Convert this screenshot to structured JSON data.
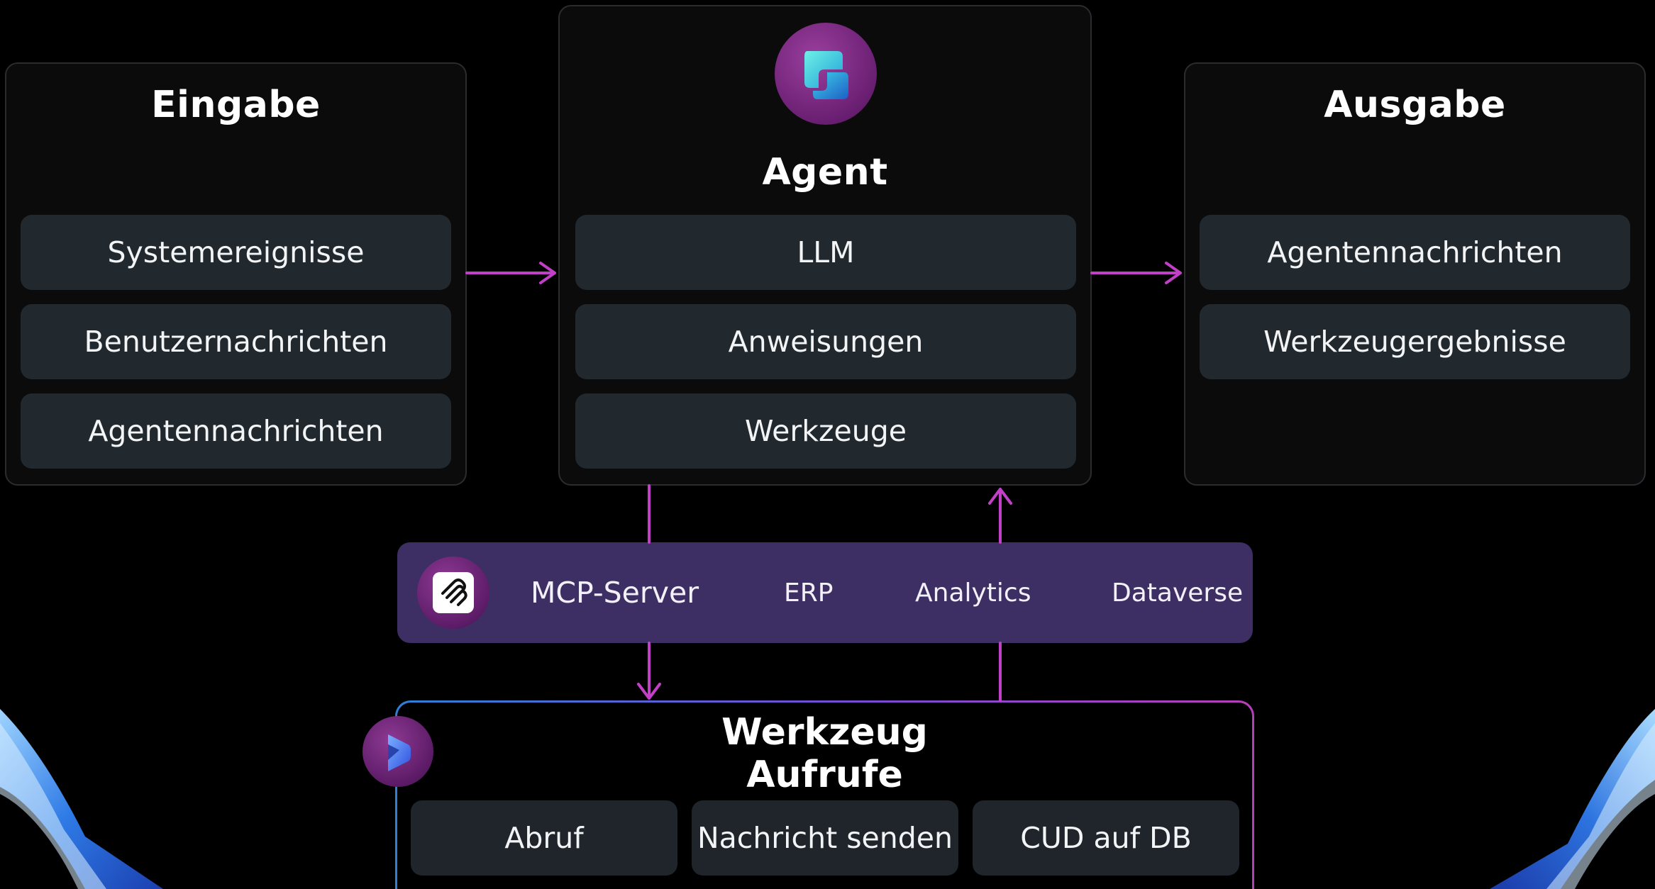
{
  "input_panel": {
    "title": "Eingabe",
    "items": [
      "Systemereignisse",
      "Benutzernachrichten",
      "Agentennachrichten"
    ]
  },
  "agent_panel": {
    "title": "Agent",
    "items": [
      "LLM",
      "Anweisungen",
      "Werkzeuge"
    ],
    "icon": "copilot-icon"
  },
  "output_panel": {
    "title": "Ausgabe",
    "items": [
      "Agentennachrichten",
      "Werkzeugergebnisse"
    ]
  },
  "mcp_bar": {
    "label": "MCP-Server",
    "sources": [
      "ERP",
      "Analytics",
      "Dataverse"
    ],
    "icon": "mcp-icon"
  },
  "tool_calls": {
    "title_line1": "Werkzeug",
    "title_line2": "Aufrufe",
    "items": [
      "Abruf",
      "Nachricht senden",
      "CUD auf DB"
    ],
    "icon": "dynamics-icon"
  },
  "colors": {
    "background": "#000000",
    "chip": "#22292e",
    "arrow": "#c23fc7",
    "mcp_bar": "#3d2f63"
  }
}
